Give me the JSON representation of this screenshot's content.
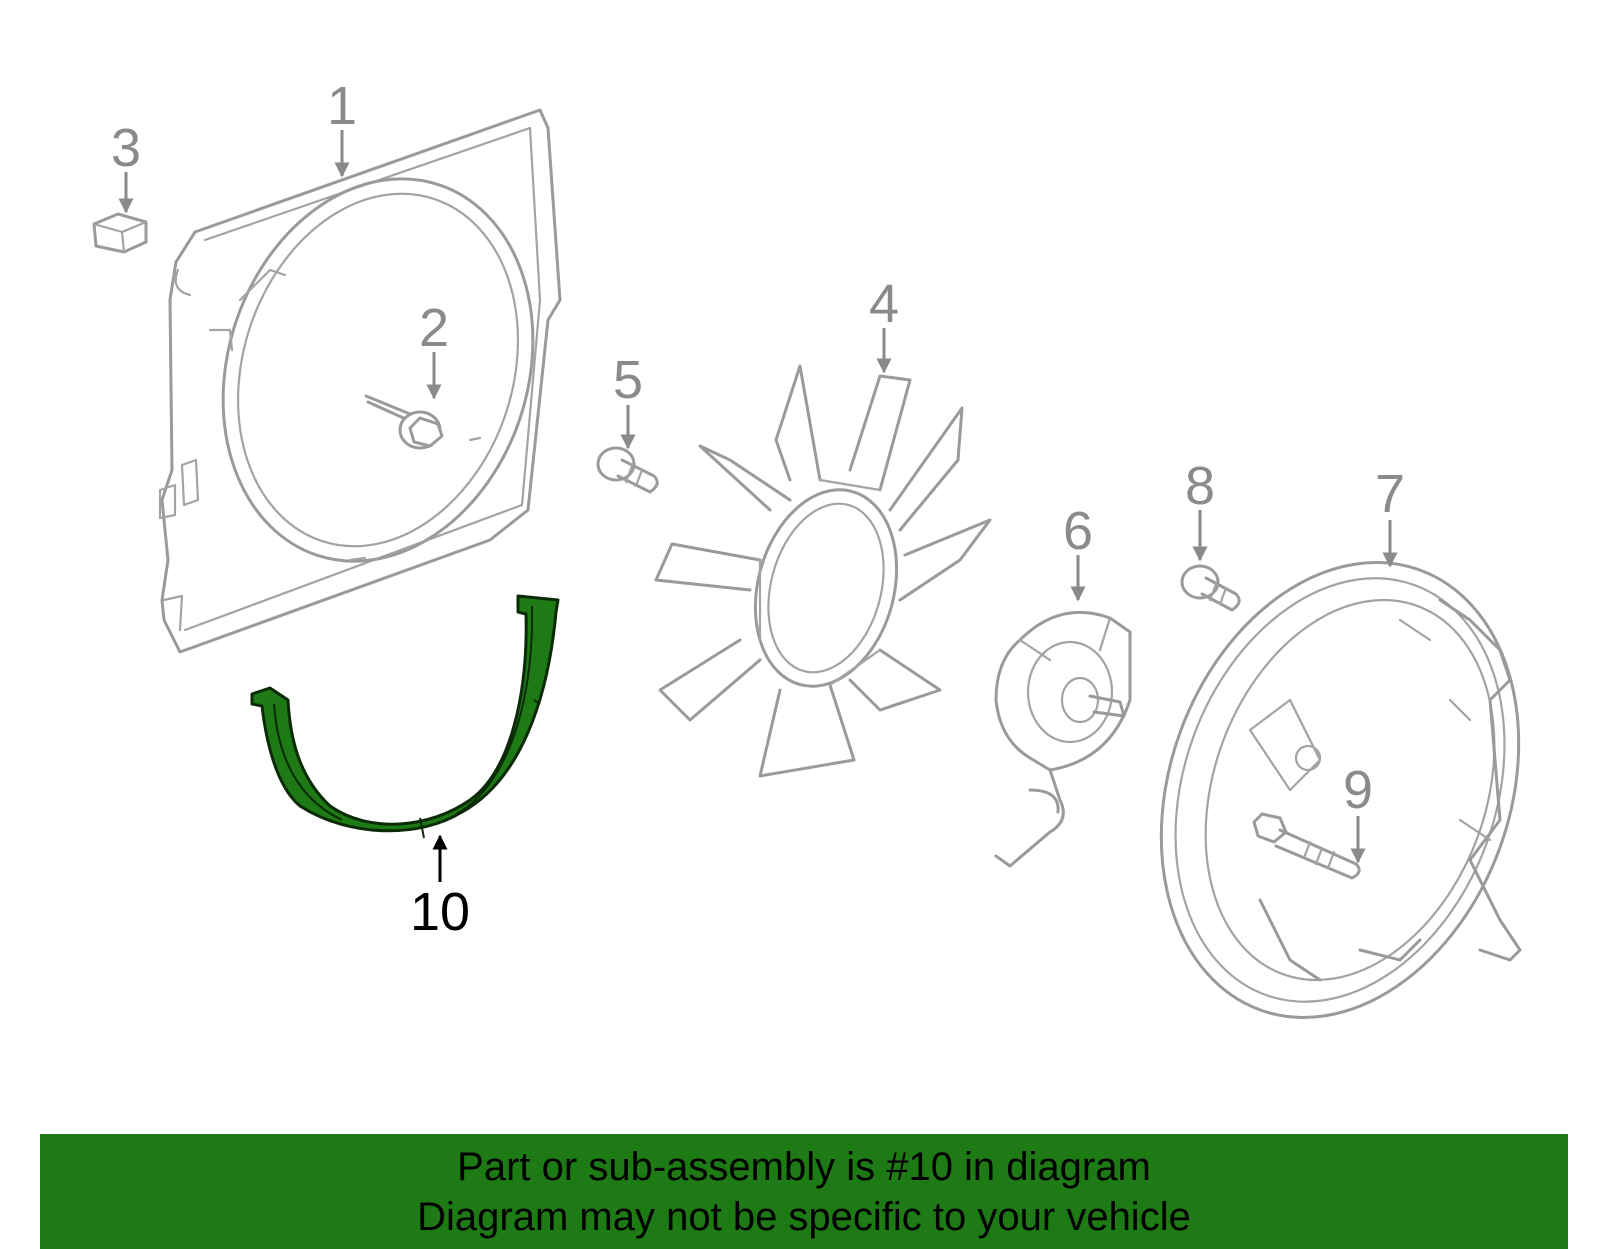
{
  "callouts": {
    "c1": "1",
    "c2": "2",
    "c3": "3",
    "c4": "4",
    "c5": "5",
    "c6": "6",
    "c7": "7",
    "c8": "8",
    "c9": "9",
    "c10": "10"
  },
  "banner": {
    "line1": "Part or sub-assembly is #10 in diagram",
    "line2": "Diagram may not be specific to your vehicle"
  },
  "colors": {
    "highlight": "#1e7a14",
    "part_outline": "#9a9a9a",
    "banner_background": "#1e7a14"
  }
}
